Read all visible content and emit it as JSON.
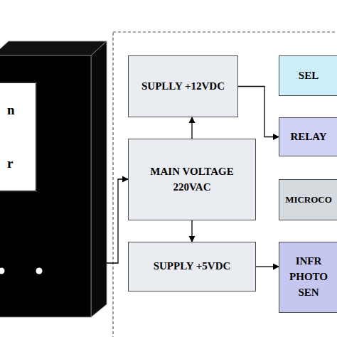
{
  "diagram": {
    "nodes": [
      {
        "text": [
          "n",
          "r"
        ]
      },
      {
        "text": [
          "SUPLLY +12VDC"
        ]
      },
      {
        "text": [
          "SEL"
        ]
      },
      {
        "text": [
          "RELAY"
        ]
      },
      {
        "text": [
          "MAIN VOLTAGE 220VAC"
        ]
      },
      {
        "text": [
          "MICROCO"
        ]
      },
      {
        "text": [
          "SUPPLY +5VDC"
        ]
      },
      {
        "text": [
          "INFR PHOTO SEN"
        ]
      }
    ],
    "edges": [
      {
        "from": 0,
        "to": 4,
        "arrow": "to"
      },
      {
        "from": 4,
        "to": 1,
        "arrow": "to"
      },
      {
        "from": 4,
        "to": 6,
        "arrow": "to"
      },
      {
        "from": 1,
        "to": 3,
        "arrow": "to"
      },
      {
        "from": 6,
        "to": 7,
        "arrow": "to"
      }
    ]
  }
}
